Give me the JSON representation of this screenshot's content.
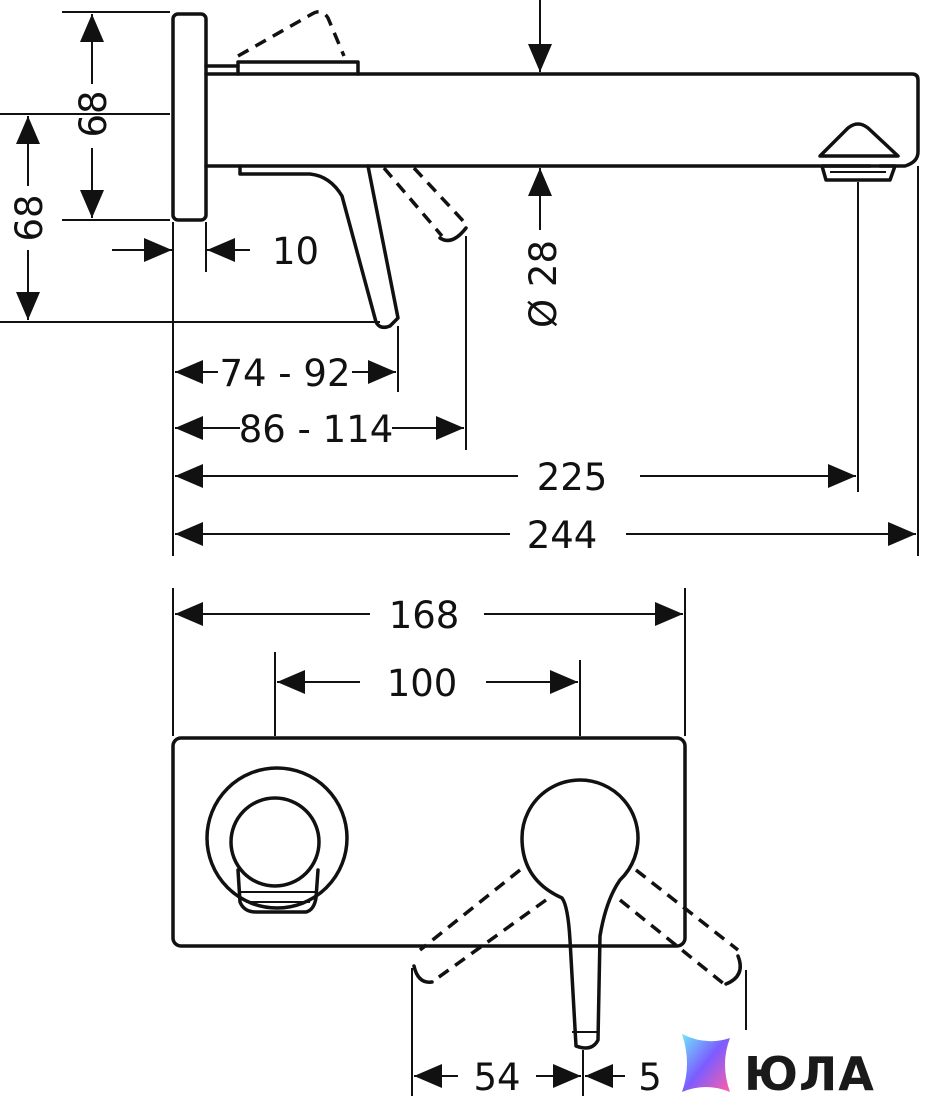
{
  "dimensions": {
    "plate_height_top": "68",
    "plate_height_left": "68",
    "plate_thickness": "10",
    "lever_reach_range": "74 - 92",
    "lever_reach_range_max": "86 - 114",
    "spout_projection": "225",
    "overall_projection": "244",
    "spout_diameter": "Ø 28",
    "plate_width": "168",
    "outlet_spacing": "100",
    "lever_swing_left": "54",
    "lever_swing_right": "5"
  },
  "logo": {
    "text": "ЮЛА",
    "colors": [
      "#6ee7f9",
      "#7c5cff",
      "#ff5fa8"
    ]
  }
}
